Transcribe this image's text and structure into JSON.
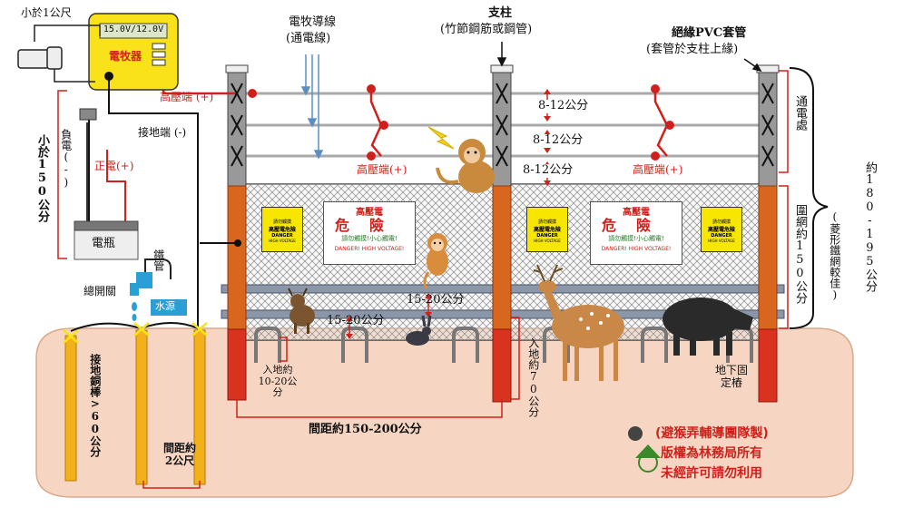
{
  "labels": {
    "under_1m": "小於1公尺",
    "voltage_display": "15.0V/12.0V",
    "energizer": "電牧器",
    "hv_terminal": "高壓端 (+)",
    "ground_terminal": "接地端 (-)",
    "negative": "負電(-)",
    "positive": "正電(+)",
    "under_150cm": "小於150公分",
    "battery": "電瓶",
    "iron_pipe": "鐵管",
    "main_valve": "總開關",
    "water_source": "水源",
    "ground_rod": "接地銅棒>60公分",
    "rod_spacing": "間距約2公尺",
    "wire_title": "電牧導線",
    "wire_sub": "(通電線)",
    "post_title": "支柱",
    "post_sub": "(竹節鋼筋或鋼管)",
    "pvc_title": "絕緣PVC套管",
    "pvc_sub": "(套管於支柱上緣)",
    "electrified": "通電處",
    "total_height": "約180-195公分",
    "wire_gap": "8-12公分",
    "hv_terminal_2": "高壓端(+)",
    "net_height": "圍網約150公分",
    "net_type": "(菱形鐵網較佳)",
    "bottom_gap": "15-20公分",
    "bury_shallow": "入地約10-20公分",
    "bury_deep": "入地約70公分",
    "post_spacing": "間距約150-200公分",
    "anchor": "地下固定樁",
    "credit_1": "(避猴弄輔導團隊製)",
    "credit_2": "版權為林務局所有",
    "credit_3": "未經許可請勿利用",
    "sign_danger_title": "高壓電",
    "sign_danger_big_1": "危",
    "sign_danger_big_2": "險",
    "sign_danger_warn": "請勿觸摸!小心觸電!",
    "sign_danger_en": "DANGER! HIGH VOLTAGE!",
    "sign_small_top": "請勿觸摸",
    "sign_small_mid": "高壓電危險",
    "sign_small_en1": "DANGER",
    "sign_small_en2": "HIGH VOLTAGE"
  },
  "colors": {
    "energizer_body": "#f9e21a",
    "post_orange": "#d9661f",
    "post_red": "#d9321f",
    "ground_fill": "#f6d6c3",
    "wire_red": "#d0201b",
    "pvc_blue": "#2a9fd6",
    "rod_yellow": "#f2b01a"
  }
}
